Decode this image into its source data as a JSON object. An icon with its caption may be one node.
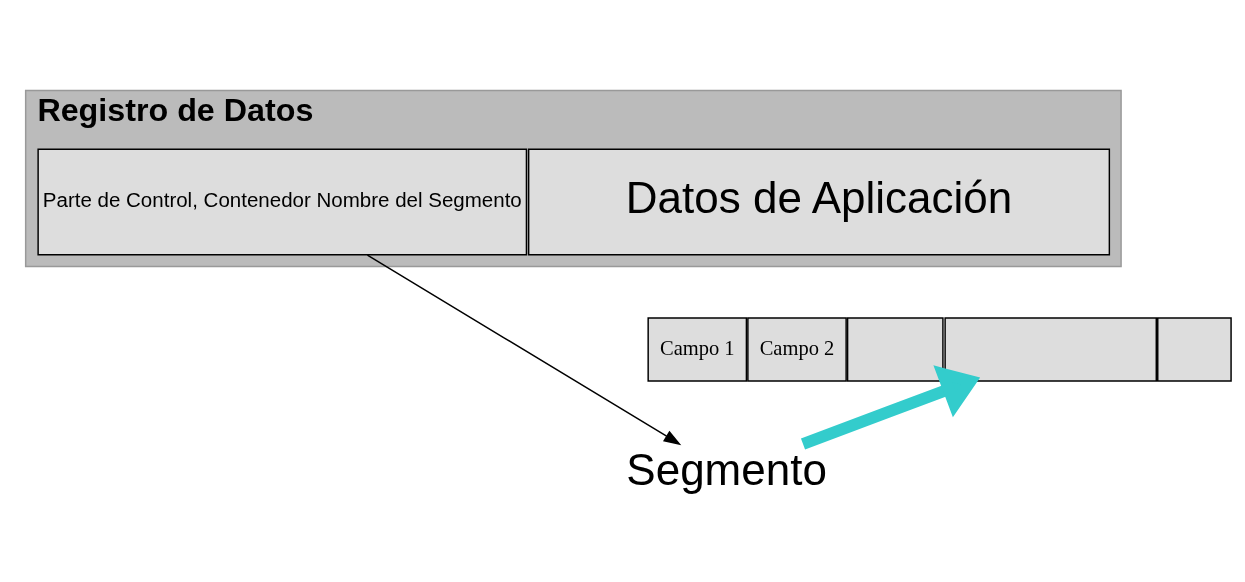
{
  "diagram": {
    "nodes": [
      {
        "text": [
          "Registro de Datos"
        ]
      },
      {
        "text": [
          "Parte de Control, Contenedor Nombre del Segmento"
        ],
        "in": 0
      },
      {
        "text": [
          "Datos de Aplicación"
        ],
        "in": 0
      },
      {
        "text": [
          "Campo 1"
        ]
      },
      {
        "text": [
          "Campo 2"
        ]
      },
      {
        "text": [],
        "shape": "box"
      },
      {
        "text": [],
        "shape": "box"
      },
      {
        "text": [],
        "shape": "box"
      },
      {
        "text": [
          "Segmento"
        ]
      }
    ],
    "edges": [
      {
        "from": 1,
        "to": 8,
        "arrow": "to"
      },
      {
        "from": 8,
        "to": 6,
        "arrow": "to",
        "style": "thick",
        "color": "#33cccc"
      }
    ]
  }
}
